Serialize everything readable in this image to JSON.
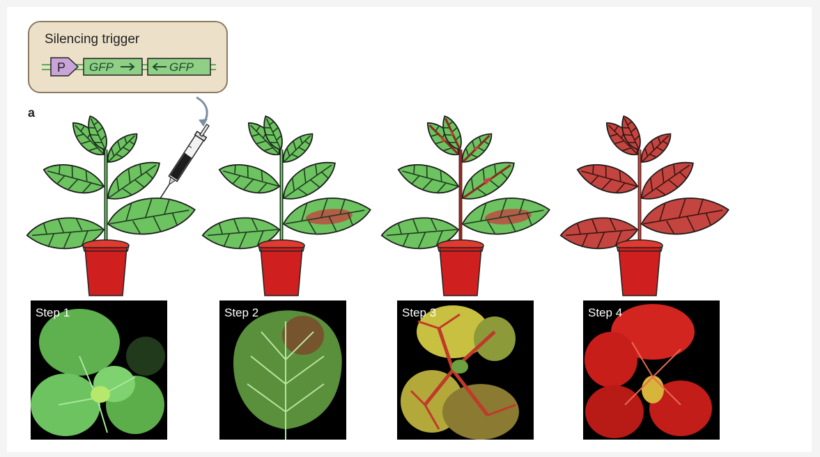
{
  "figure": {
    "panel_label": "a",
    "silencing_trigger": {
      "title": "Silencing trigger",
      "promoter_label": "P",
      "gene_labels": [
        "GFP",
        "GFP"
      ]
    },
    "steps": [
      {
        "label": "Step 1",
        "description": "agroinfiltration of leaf with silencing trigger; plant fully green fluorescent"
      },
      {
        "label": "Step 2",
        "description": "local silencing in infiltrated leaf"
      },
      {
        "label": "Step 3",
        "description": "systemic silencing spreading along veins"
      },
      {
        "label": "Step 4",
        "description": "whole plant silenced"
      }
    ],
    "colors": {
      "leaf_green": "#6cc35f",
      "vein_dark": "#1f3a22",
      "silenced_red": "#c4443f",
      "pot_red": "#cf1f1f",
      "box_fill": "#ece0c8"
    },
    "icons": [
      "syringe-icon",
      "curved-arrow-icon",
      "promoter-arrow-icon"
    ]
  }
}
